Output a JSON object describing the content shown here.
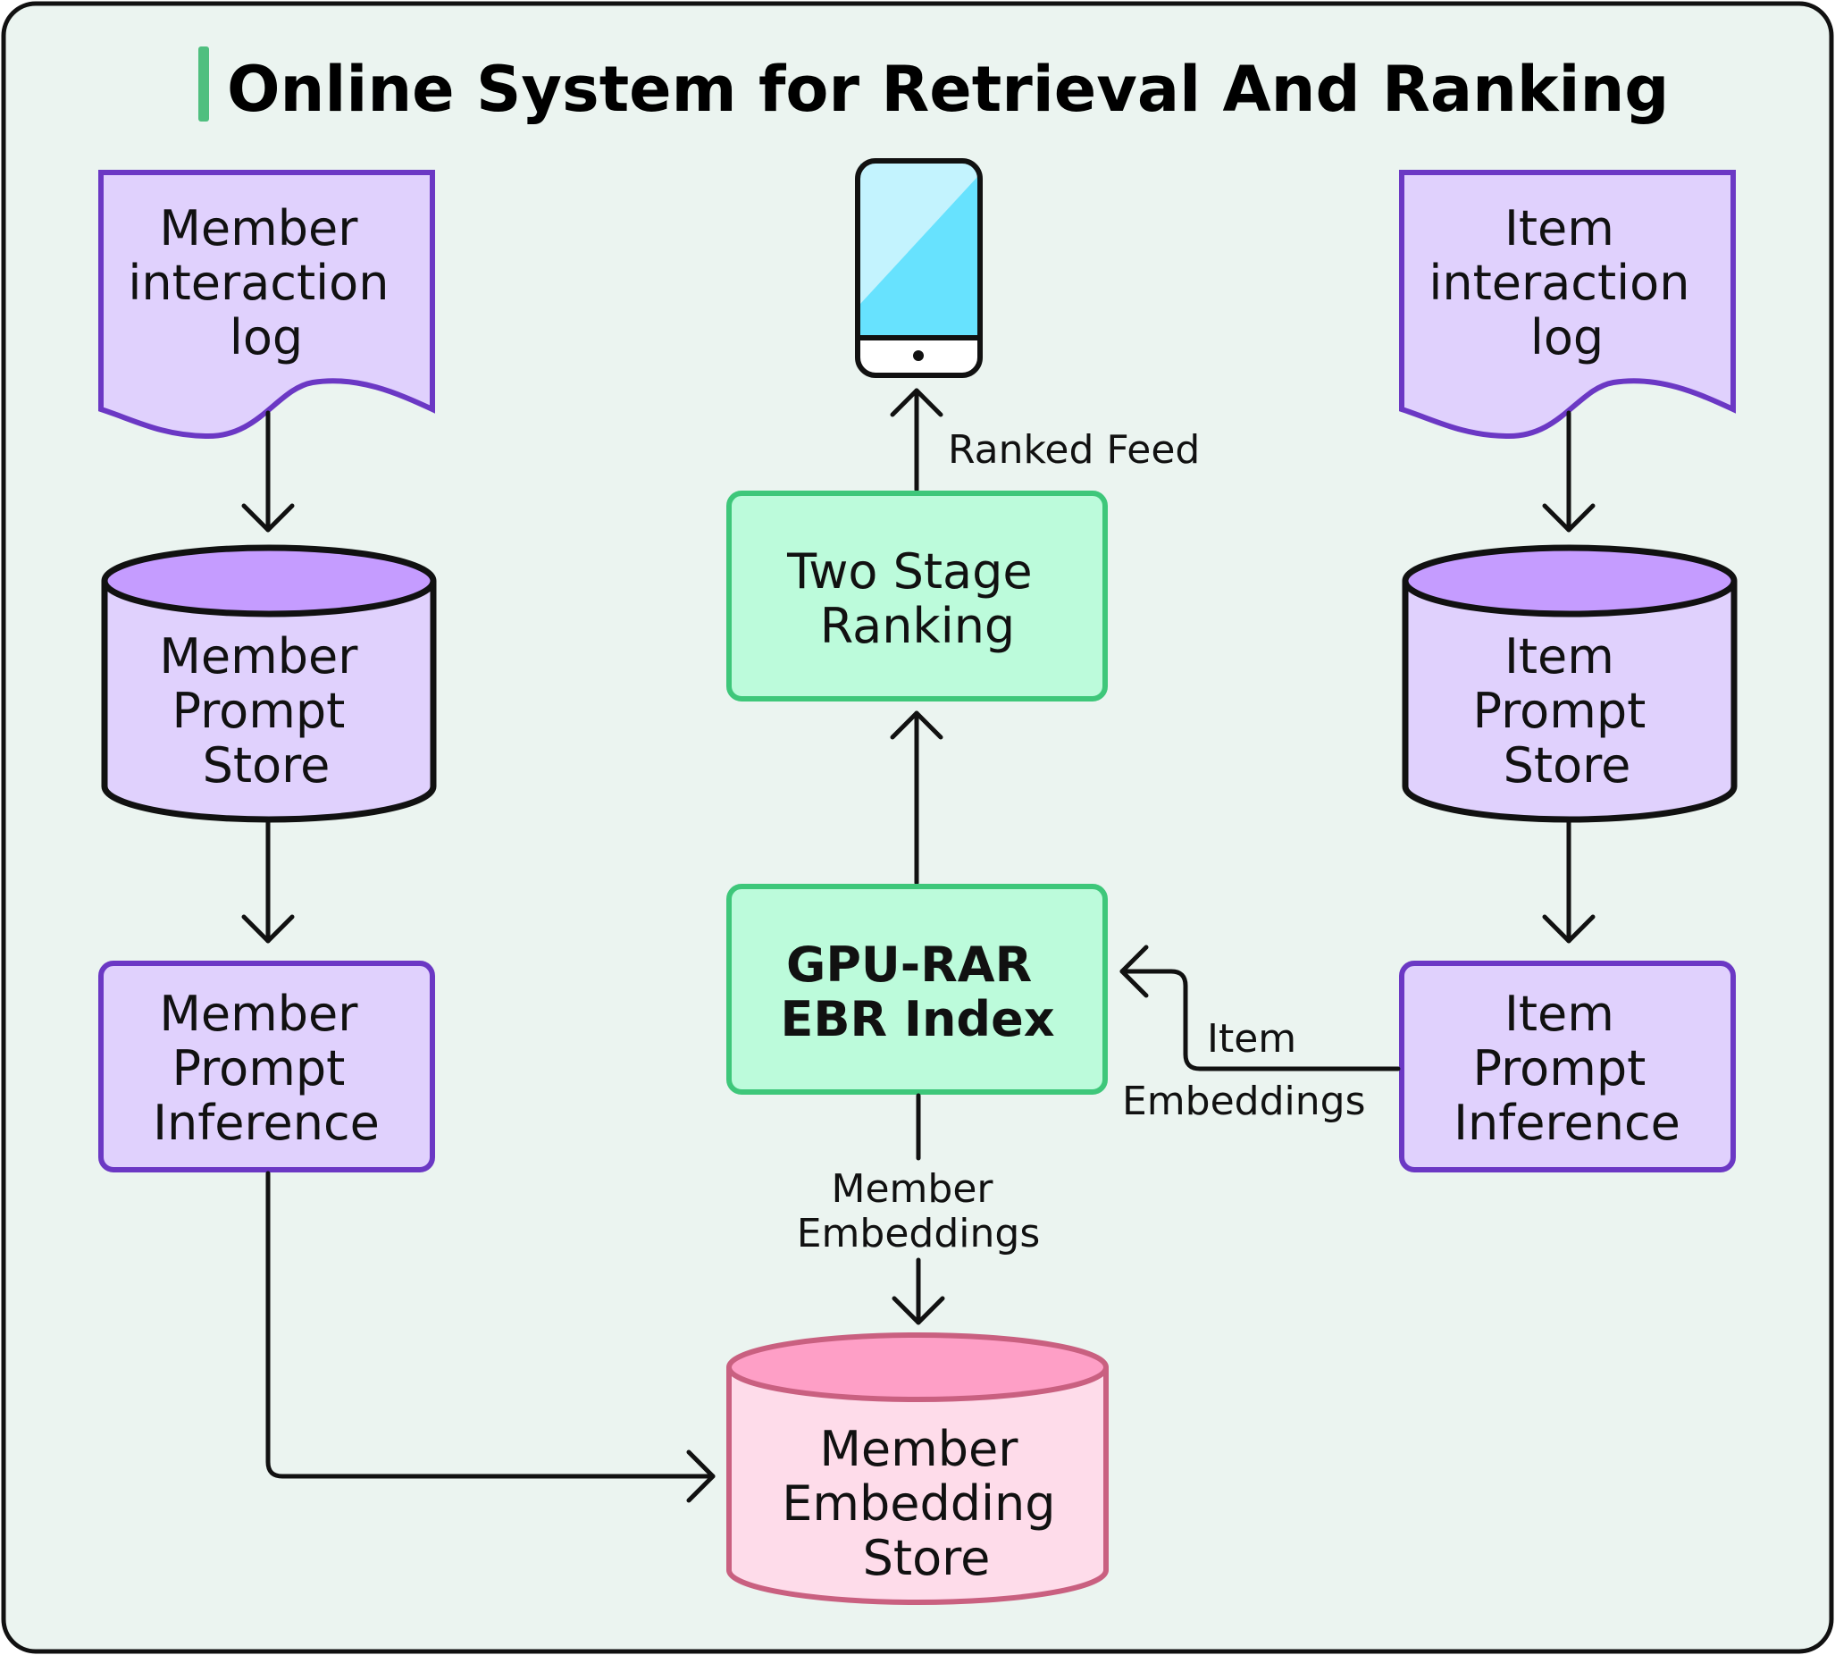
{
  "title": "Online System for Retrieval And Ranking",
  "colors": {
    "background": "#ebf4f0",
    "title_accent": "#4fbf7f",
    "purple_fill": "#e0d1fd",
    "purple_top": "#c59cff",
    "purple_stroke": "#6b38c4",
    "green_fill": "#bcfbdb",
    "green_stroke": "#3ec77a",
    "pink_fill": "#fedcea",
    "pink_top": "#fe9fc6",
    "pink_stroke": "#c96080",
    "phone_screen": "#67e2fe",
    "phone_highlight": "#c3f3fe"
  },
  "nodes": {
    "member_log": {
      "lines": [
        "Member",
        "interaction",
        "log"
      ]
    },
    "member_prompt_store": {
      "lines": [
        "Member",
        "Prompt",
        "Store"
      ]
    },
    "member_prompt_inference": {
      "lines": [
        "Member",
        "Prompt",
        "Inference"
      ]
    },
    "two_stage_ranking": {
      "lines": [
        "Two Stage",
        "Ranking"
      ]
    },
    "gpu_rar": {
      "lines": [
        "GPU-RAR",
        "EBR Index"
      ]
    },
    "member_embedding_store": {
      "lines": [
        "Member",
        "Embedding",
        "Store"
      ]
    },
    "item_log": {
      "lines": [
        "Item",
        "interaction",
        "log"
      ]
    },
    "item_prompt_store": {
      "lines": [
        "Item",
        "Prompt",
        "Store"
      ]
    },
    "item_prompt_inference": {
      "lines": [
        "Item",
        "Prompt",
        "Inference"
      ]
    },
    "device": {
      "icon": "smartphone-icon"
    }
  },
  "edges": {
    "ranked_feed": "Ranked Feed",
    "item_embeddings": [
      "Item",
      "Embeddings"
    ],
    "member_embeddings": [
      "Member",
      "Embeddings"
    ]
  }
}
